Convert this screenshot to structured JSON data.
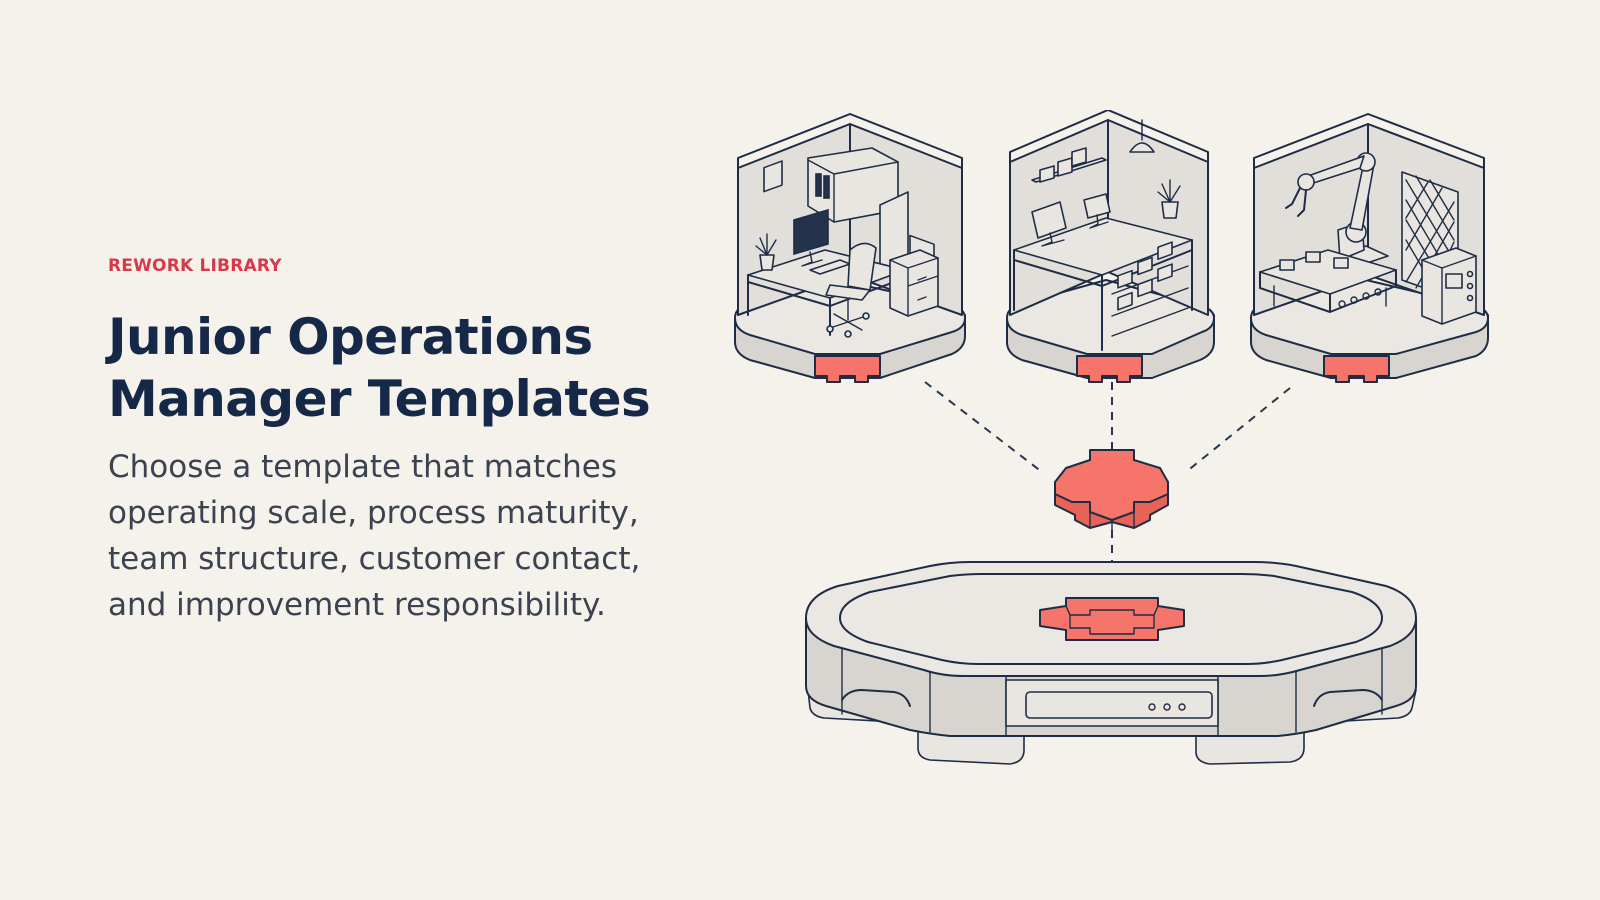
{
  "hero": {
    "eyebrow": "REWORK LIBRARY",
    "title_line1": "Junior Operations",
    "title_line2": "Manager Templates",
    "subtitle": "Choose a template that matches operating scale, process maturity, team structure, customer contact, and improvement responsibility."
  },
  "illustration": {
    "modules": [
      {
        "icon": "office-desk-module-icon"
      },
      {
        "icon": "retail-counter-module-icon"
      },
      {
        "icon": "robotic-factory-module-icon"
      }
    ],
    "connector_piece": "cross-connector-icon",
    "base_platform": "base-platform-icon"
  },
  "colors": {
    "background": "#f5f2ec",
    "eyebrow": "#d8394a",
    "title": "#152848",
    "body": "#3b4250",
    "accent": "#f5756a",
    "outline": "#1e2d45"
  }
}
